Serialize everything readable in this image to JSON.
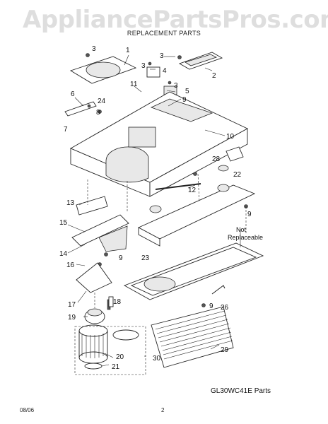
{
  "watermark": "AppliancePartsPros.com",
  "header": {
    "title": "REPLACEMENT PARTS"
  },
  "callouts": [
    "1",
    "2",
    "3",
    "3",
    "3",
    "3",
    "4",
    "5",
    "6",
    "7",
    "8",
    "9",
    "9",
    "9",
    "10",
    "11",
    "12",
    "13",
    "14",
    "15",
    "16",
    "17",
    "18",
    "19",
    "20",
    "21",
    "22",
    "23",
    "24",
    "26",
    "28",
    "29",
    "30"
  ],
  "note": {
    "line1": "Not",
    "line2": "Replaceable"
  },
  "caption": "GL30WC41E Parts",
  "footer": {
    "date": "08/06",
    "page": "2"
  }
}
